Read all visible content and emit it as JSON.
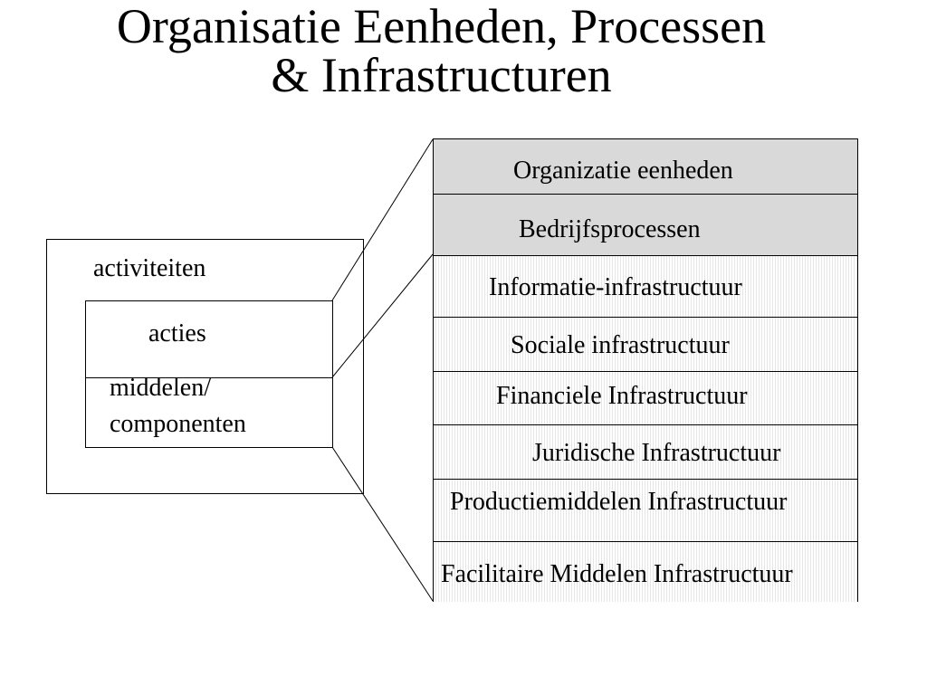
{
  "title": {
    "line1": "Organisatie Eenheden, Processen",
    "line2": "& Infrastructuren"
  },
  "left_diagram": {
    "outer_label": "activiteiten",
    "inner_top_label": "acties",
    "inner_bottom_label_line1": "middelen/",
    "inner_bottom_label_line2": "componenten"
  },
  "layers": [
    {
      "label": "Organizatie eenheden",
      "style": "shaded"
    },
    {
      "label": "Bedrijfsprocessen",
      "style": "shaded"
    },
    {
      "label": "Informatie-infrastructuur",
      "style": "hatched"
    },
    {
      "label": "Sociale infrastructuur",
      "style": "hatched"
    },
    {
      "label": "Financiele Infrastructuur",
      "style": "hatched"
    },
    {
      "label": "Juridische Infrastructuur",
      "style": "hatched"
    },
    {
      "label": "Productiemiddelen Infrastructuur",
      "style": "hatched"
    },
    {
      "label": "Facilitaire Middelen Infrastructuur",
      "style": "hatched"
    }
  ]
}
